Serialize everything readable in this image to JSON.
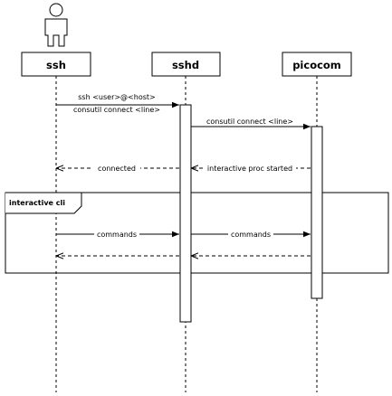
{
  "participants": {
    "ssh": "ssh",
    "sshd": "sshd",
    "picocom": "picocom"
  },
  "messages": {
    "m1_line1": "ssh <user>@<host>",
    "m1_line2": "consutil connect <line>",
    "m2": "consutil connect <line>",
    "m3": "connected",
    "m4": "interactive proc started",
    "m5": "commands",
    "m6": "commands"
  },
  "frame": {
    "title": "interactive cli"
  }
}
